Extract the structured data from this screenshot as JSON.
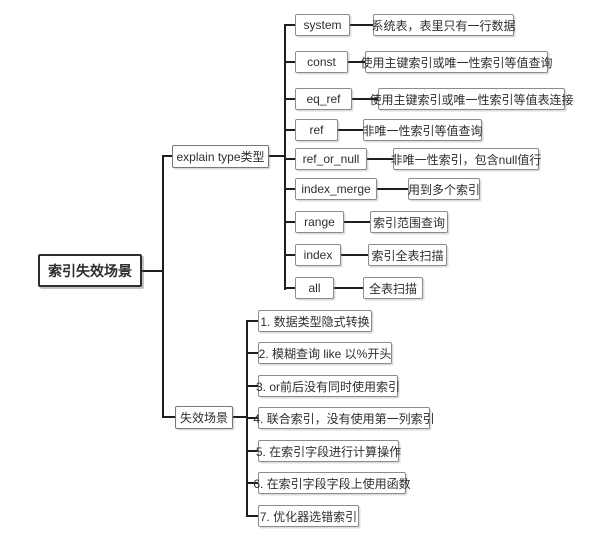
{
  "diagram": {
    "title": "索引失效场景 mind map",
    "root": {
      "label": "索引失效场景"
    },
    "branch_explain": {
      "label": "explain type类型",
      "rows": [
        {
          "term": "system",
          "desc": "系统表，表里只有一行数据"
        },
        {
          "term": "const",
          "desc": "使用主键索引或唯一性索引等值查询"
        },
        {
          "term": "eq_ref",
          "desc": "使用主键索引或唯一性索引等值表连接"
        },
        {
          "term": "ref",
          "desc": "非唯一性索引等值查询"
        },
        {
          "term": "ref_or_null",
          "desc": "非唯一性索引，包含null值行"
        },
        {
          "term": "index_merge",
          "desc": "用到多个索引"
        },
        {
          "term": "range",
          "desc": "索引范围查询"
        },
        {
          "term": "index",
          "desc": "索引全表扫描"
        },
        {
          "term": "all",
          "desc": "全表扫描"
        }
      ]
    },
    "branch_scenarios": {
      "label": "失效场景",
      "items": [
        "1. 数据类型隐式转换",
        "2. 模糊查询 like 以%开头",
        "3. or前后没有同时使用索引",
        "4. 联合索引，没有使用第一列索引",
        "5. 在索引字段进行计算操作",
        "6. 在索引字段字段上使用函数",
        "7. 优化器选错索引"
      ]
    },
    "colors": {
      "background": "#ffffff",
      "line": "#1f1f1f",
      "box_border": "#8c8c8c",
      "text": "#2e2e2e"
    }
  }
}
